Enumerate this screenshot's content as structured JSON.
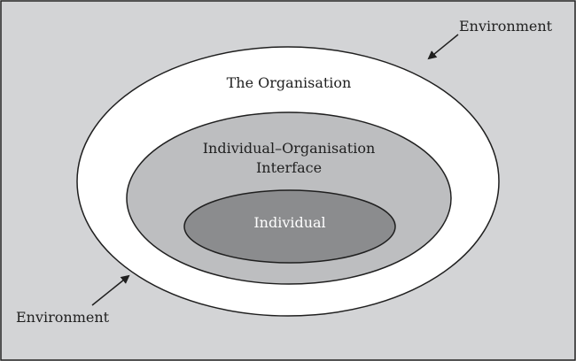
{
  "labels": {
    "environment_top": "Environment",
    "environment_bottom": "Environment",
    "organisation": "The Organisation",
    "interface_line1": "Individual–Organisation",
    "interface_line2": "Interface",
    "individual": "Individual"
  },
  "colors": {
    "environment_fill": "#d3d4d6",
    "organisation_fill": "#ffffff",
    "interface_fill": "#bdbec0",
    "individual_fill": "#8b8c8e",
    "stroke": "#1f1f1f"
  }
}
